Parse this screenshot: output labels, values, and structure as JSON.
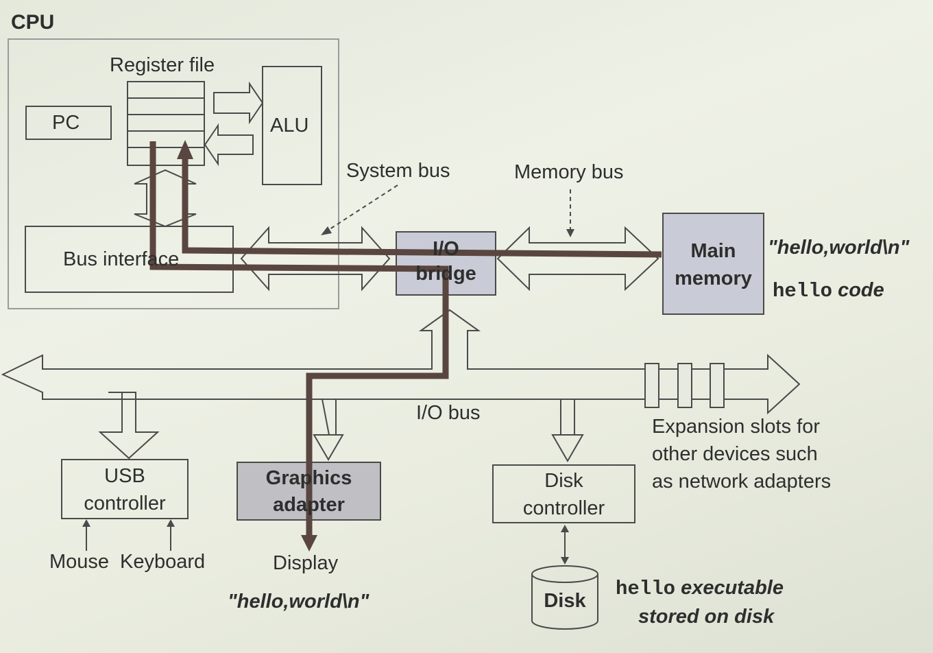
{
  "labels": {
    "cpu": "CPU",
    "register_file": "Register file",
    "pc": "PC",
    "alu": "ALU",
    "system_bus": "System bus",
    "memory_bus": "Memory bus",
    "bus_interface": "Bus interface",
    "io_bridge_line1": "I/O",
    "io_bridge_line2": "bridge",
    "main_memory_line1": "Main",
    "main_memory_line2": "memory",
    "mem_string": "\"hello,world\\n\"",
    "hello_code_mono": "hello",
    "hello_code_rest": " code",
    "io_bus": "I/O bus",
    "usb_line1": "USB",
    "usb_line2": "controller",
    "graphics_line1": "Graphics",
    "graphics_line2": "adapter",
    "disk_ctrl_line1": "Disk",
    "disk_ctrl_line2": "controller",
    "expansion_line1": "Expansion slots for",
    "expansion_line2": "other devices such",
    "expansion_line3": "as network adapters",
    "mouse": "Mouse",
    "keyboard": "Keyboard",
    "display": "Display",
    "display_string": "\"hello,world\\n\"",
    "disk": "Disk",
    "exec_mono": "hello",
    "exec_rest": " executable",
    "exec_line2": "stored on disk"
  },
  "colors": {
    "line": "#4a4a4a",
    "data_path": "#5a4640",
    "highlight_fill": "#c9ccd6",
    "graphics_fill": "#bfbfc4"
  }
}
